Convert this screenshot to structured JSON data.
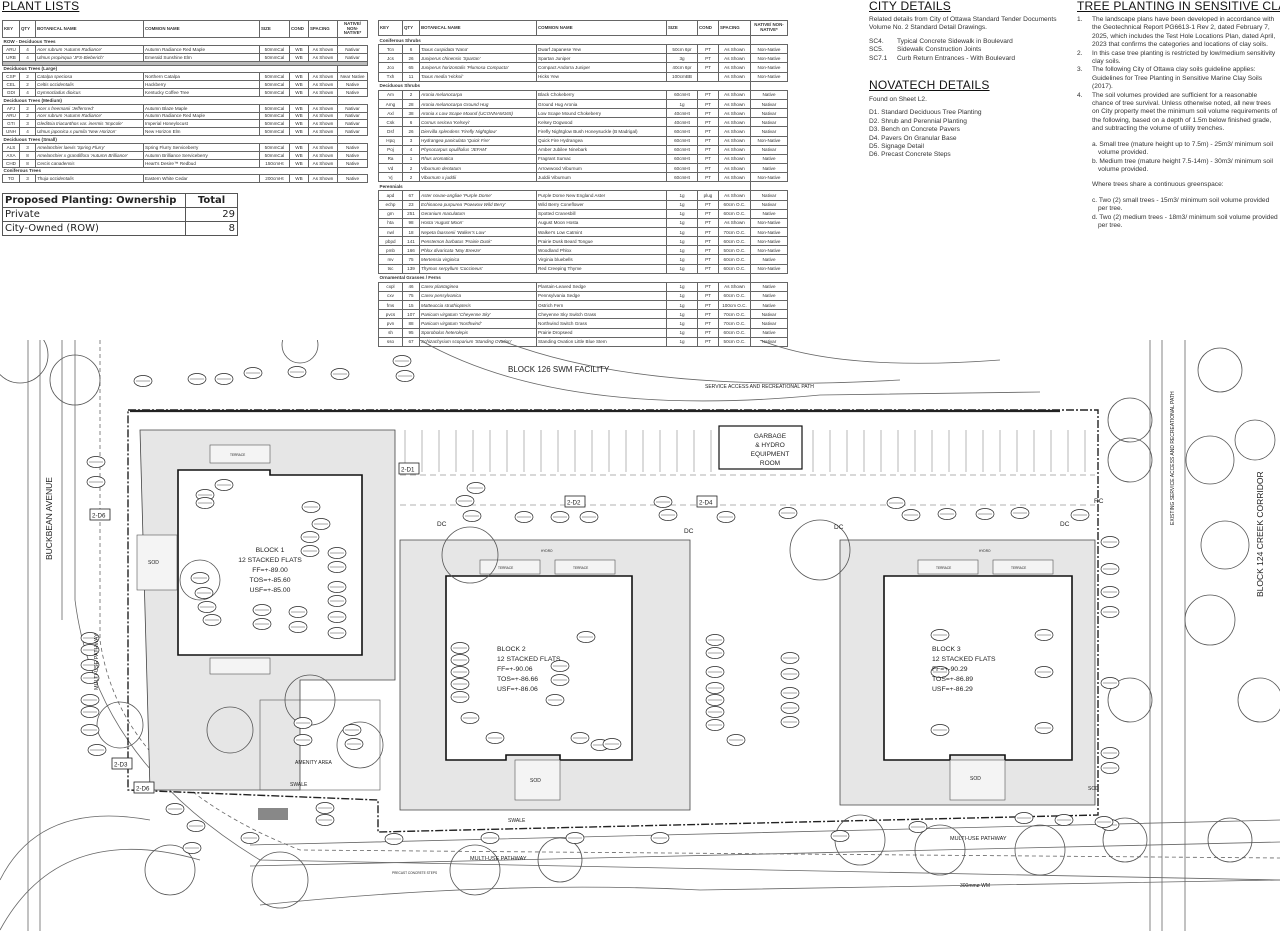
{
  "plant_lists": {
    "title": "PLANT LISTS",
    "headers": [
      "KEY",
      "QTY",
      "BOTANICAL NAME",
      "COMMON NAME",
      "SIZE",
      "COND",
      "SPACING",
      "NATIVE/ NON-NATIVE*"
    ],
    "left_table": [
      {
        "section": "ROW - Deciduous Trees"
      },
      [
        "ARU",
        "4",
        "Acer rubrum 'Autumn Radiance'",
        "Autumn Radiance Red Maple",
        "50mmCal",
        "WB",
        "As Shown",
        "Nativar"
      ],
      [
        "URB",
        "4",
        "Ulmus propinqua 'JFS-Bieberich'",
        "Emerald Sunshine Elm",
        "50mmCal",
        "WB",
        "As Shown",
        "Nativar"
      ],
      {
        "gap": true
      },
      {
        "section": "Deciduous Trees (Large)"
      },
      [
        "CSP",
        "2",
        "Catalpa speciosa",
        "Northern Catalpa",
        "50mmCal",
        "WB",
        "As Shown",
        "Near Native"
      ],
      [
        "CEL",
        "2",
        "Celtis occidentalis",
        "Hackberry",
        "50mmCal",
        "WB",
        "As Shown",
        "Native"
      ],
      [
        "GDI",
        "4",
        "Gymnocladus dioicus",
        "Kentucky Coffee Tree",
        "50mmCal",
        "WB",
        "As Shown",
        "Native"
      ],
      {
        "section": "Deciduous Trees (Medium)"
      },
      [
        "AFJ",
        "2",
        "Acer x freemanii 'Jeffersred'",
        "Autumn Blaze Maple",
        "50mmCal",
        "WB",
        "As Shown",
        "Nativar"
      ],
      [
        "ARU",
        "2",
        "Acer rubrum 'Autumn Radiance'",
        "Autumn Radiance Red Maple",
        "50mmCal",
        "WB",
        "As Shown",
        "Nativar"
      ],
      [
        "GTI",
        "3",
        "Gleditsia triacanthos var. inermis 'Impcole'",
        "Imperial Honeylocust",
        "50mmCal",
        "WB",
        "As Shown",
        "Nativar"
      ],
      [
        "UNH",
        "4",
        "Ulmus japonica x pumila 'New Horizon'",
        "New Horizon Elm",
        "50mmCal",
        "WB",
        "As Shown",
        "Nativar"
      ],
      {
        "section": "Deciduous Trees (Small)"
      },
      [
        "ALS",
        "3",
        "Amelanchier laevis 'Spring Flurry'",
        "Spring Flurry Serviceberry",
        "50mmCal",
        "WB",
        "As Shown",
        "Native"
      ],
      [
        "AXA",
        "8",
        "Amelanchier x grandiflora 'Autumn Brilliance'",
        "Autumn Brilliance Serviceberry",
        "50mmCal",
        "WB",
        "As Shown",
        "Native"
      ],
      [
        "CHD",
        "8",
        "Cercis canadensis",
        "Heart's Desire™ Redbud",
        "150cmHt",
        "WB",
        "As Shown",
        "Native"
      ],
      {
        "section": "Coniferous Trees"
      },
      [
        "TO",
        "3",
        "Thuja occidentalis",
        "Eastern White Cedar",
        "200cmHt",
        "WB",
        "As Shown",
        "Native"
      ]
    ],
    "right_table": [
      {
        "section": "Coniferous Shrubs"
      },
      [
        "Tcn",
        "6",
        "Taxus cuspidata 'Nana'",
        "Dwarf Japanese Yew",
        "50cm 6pr",
        "PT",
        "As Shown",
        "Non-Native"
      ],
      [
        "Jcs",
        "26",
        "Juniperus chinensis 'Spartan'",
        "Spartan Juniper",
        "3g",
        "PT",
        "As Shown",
        "Non-Native"
      ],
      [
        "Jco",
        "65",
        "Juniperus horizontalis 'Plumosa Compacta'",
        "Compact Andorra Juniper",
        "40cm 6pr",
        "PT",
        "As Shown",
        "Non-Native"
      ],
      [
        "Txh",
        "11",
        "Taxus media 'Hicksii'",
        "Hicks Yew",
        "100cmBB",
        "",
        "As Shown",
        "Non-Native"
      ],
      {
        "section": "Deciduous Shrubs"
      },
      [
        "Am",
        "2",
        "Aronia melanocarpa",
        "Black Chokeberry",
        "60cmHt",
        "PT",
        "As Shown",
        "Native"
      ],
      [
        "Amg",
        "28",
        "Aronia melanocarpa Ground Hug",
        "Ground Hug Aronia",
        "1g",
        "PT",
        "As Shown",
        "Nativar"
      ],
      [
        "Axl",
        "38",
        "Aronia x Low Scape Mound (UCONNAM165)",
        "Low Scape Mound Chokeberry",
        "40cmHt",
        "PT",
        "As Shown",
        "Nativar"
      ],
      [
        "Csk",
        "6",
        "Cornus sericea 'Kelseyi'",
        "Kelsey Dogwood",
        "40cmHt",
        "PT",
        "As Shown",
        "Nativar"
      ],
      [
        "Dsf",
        "26",
        "Diervilla splendens 'Firefly Nightglow'",
        "Firefly Nightglow Bush Honeysuckle (B Madrigal)",
        "60cmHt",
        "PT",
        "As Shown",
        "Nativar"
      ],
      [
        "Hpq",
        "3",
        "Hydrangea paniculata 'Quick Fire'",
        "Quick Fire Hydrangea",
        "60cmHt",
        "PT",
        "As Shown",
        "Non-Native"
      ],
      [
        "Poj",
        "4",
        "Physocarpus opulifolius 'JEFAM'",
        "Amber Jubilee Ninebark",
        "60cmHt",
        "PT",
        "As Shown",
        "Nativar"
      ],
      [
        "Ra",
        "1",
        "Rhus aromatica",
        "Fragrant Sumac",
        "60cmHt",
        "PT",
        "As Shown",
        "Native"
      ],
      [
        "Vd",
        "2",
        "Viburnum dentatum",
        "Arrowwood Viburnum",
        "60cmHt",
        "PT",
        "As Shown",
        "Native"
      ],
      [
        "Vj",
        "2",
        "Viburnum x juddii",
        "Juddii Viburnum",
        "60cmHt",
        "PT",
        "As Shown",
        "Non-Native"
      ],
      {
        "section": "Perennials"
      },
      [
        "apd",
        "67",
        "Aster novae-angliae 'Purple Dome'",
        "Purple Dome New England Aster",
        "1g",
        "plug",
        "As Shown",
        "Nativar"
      ],
      [
        "echp",
        "23",
        "Echinacea purpurea 'Powwow Wild Berry'",
        "Wild Berry Coneflower",
        "1g",
        "PT",
        "60cm O.C.",
        "Nativar"
      ],
      [
        "gm",
        "251",
        "Geranium maculatum",
        "Spotted Cranesbill",
        "1g",
        "PT",
        "60cm O.C.",
        "Native"
      ],
      [
        "hta",
        "98",
        "Hosta 'August Moon'",
        "August Moon Hosta",
        "1g",
        "PT",
        "As Shown",
        "Non-Native"
      ],
      [
        "nwl",
        "18",
        "Nepeta faassenii 'Walker's Low'",
        "Walker's Low Catmint",
        "1g",
        "PT",
        "70cm O.C.",
        "Non-Native"
      ],
      [
        "pbpd",
        "141",
        "Penstemon barbatus 'Prairie Dusk'",
        "Prairie Dusk Beard Tongue",
        "1g",
        "PT",
        "60cm O.C.",
        "Non-Native"
      ],
      [
        "pmb",
        "166",
        "Phlox divaricata 'May Breeze'",
        "Woodland Phlox",
        "1g",
        "PT",
        "50cm O.C.",
        "Non-Native"
      ],
      [
        "mv",
        "75",
        "Mertensia virginica",
        "Virginia bluebells",
        "1g",
        "PT",
        "60cm O.C.",
        "Native"
      ],
      [
        "tsc",
        "139",
        "Thymus serpyllum 'Coccineus'",
        "Red Creeping Thyme",
        "1g",
        "PT",
        "60cm O.C.",
        "Non-Native"
      ],
      {
        "section": "Ornamental Grasses / Ferns"
      },
      [
        "cxpl",
        "46",
        "Carex plantaginea",
        "Plantain-Leaved Sedge",
        "1g",
        "PT",
        "As Shown",
        "Native"
      ],
      [
        "cxv",
        "75",
        "Carex pensylvanica",
        "Pennsylvania Sedge",
        "1g",
        "PT",
        "60cm O.C.",
        "Native"
      ],
      [
        "fms",
        "15",
        "Matteuccia struthiopteris",
        "Ostrich Fern",
        "1g",
        "PT",
        "100cm O.C.",
        "Native"
      ],
      [
        "pvcs",
        "107",
        "Panicum virgatum 'Cheyenne Sky'",
        "Cheyenne Sky Switch Grass",
        "1g",
        "PT",
        "70cm O.C.",
        "Nativar"
      ],
      [
        "pvn",
        "88",
        "Panicum virgatum 'Northwind'",
        "Northwind Switch Grass",
        "1g",
        "PT",
        "70cm O.C.",
        "Nativar"
      ],
      [
        "sh",
        "95",
        "Sporobolus heterolepis",
        "Prairie Dropseed",
        "1g",
        "PT",
        "60cm O.C.",
        "Native"
      ],
      [
        "sso",
        "67",
        "Schizachyrium scoparium 'Standing Ovation'",
        "Standing Ovation Little Blue Stem",
        "1g",
        "PT",
        "50cm O.C.",
        "Nativar"
      ]
    ]
  },
  "ownership": {
    "header": "Proposed Planting: Ownership",
    "total_header": "Total",
    "rows": [
      {
        "label": "Private",
        "total": "29"
      },
      {
        "label": "City-Owned (ROW)",
        "total": "8"
      }
    ]
  },
  "city_details": {
    "title": "CITY DETAILS",
    "intro": "Related details from City of Ottawa Standard Tender Documents Volume No. 2 Standard Detail Drawings.",
    "items": [
      {
        "code": "SC4.",
        "text": "Typical Concrete Sidewalk in Boulevard"
      },
      {
        "code": "SC5.",
        "text": "Sidewalk Construction Joints"
      },
      {
        "code": "SC7.1",
        "text": "Curb Return Entrances - With Boulevard"
      }
    ]
  },
  "novatech_details": {
    "title": "NOVATECH DETAILS",
    "intro": "Found on Sheet L2.",
    "items": [
      "D1.  Standard Deciduous Tree Planting",
      "D2.  Shrub and Perennial Planting",
      "D3.  Bench on Concrete Pavers",
      "D4.  Pavers On Granular Base",
      "D5.  Signage Detail",
      "D6.  Precast Concrete Steps"
    ]
  },
  "tree_planting": {
    "title": "TREE PLANTING IN SENSITIVE CLAY",
    "items": [
      {
        "n": "1.",
        "text": "The landscape plans have been developed in accordance with the Geotechnical Report PG6613-1 Rev 2, dated February 7, 2025, which includes the Test Hole Locations Plan, dated April, 2023 that confirms the categories and locations of clay soils."
      },
      {
        "n": "2.",
        "text": "In this case tree planting is restricted by low/medium sensitivity clay soils."
      },
      {
        "n": "3.",
        "text": "The following City of Ottawa clay soils guideline applies: Guidelines for Tree Planting in Sensitive Marine Clay Soils (2017)."
      },
      {
        "n": "4.",
        "text": "The soil volumes provided are sufficient for a reasonable chance of tree survival. Unless otherwise noted, all new trees on City property meet the minimum soil volume requirements of the following, based on a depth of 1.5m below finished grade, and subtracting the volume of utility trenches."
      }
    ],
    "a": "a. Small tree (mature height up to 7.5m) - 25m3/ minimum soil volume provided.",
    "b": "b. Medium tree (mature height 7.5-14m) - 30m3/ minimum soil volume provided.",
    "shared": "Where trees share a continuous greenspace:",
    "c": "c. Two (2) small trees - 15m3/ minimum soil volume provided per tree.",
    "d": "d. Two (2) medium trees - 18m3/ minimum soil volume provided per tree."
  },
  "plan": {
    "swm": "BLOCK 126   SWM FACILITY",
    "service_path": "SERVICE ACCESS AND RECREATIONAL PATH",
    "garbage": [
      "GARBAGE",
      "& HYDRO",
      "EQUIPMENT",
      "ROOM"
    ],
    "street": "BUCKBEAN AVENUE",
    "pathway": "MULTI-USE PATHWAY",
    "creek": "BLOCK 124   CREEK CORRIDOR",
    "existing_path": "EXISTING SERVICE ACCESS AND RECREATIONAL PATH",
    "blocks": [
      {
        "name": "BLOCK 1",
        "units": "12 STACKED FLATS",
        "ff": "FF=+-89.00",
        "tos": "TOS=+-85.60",
        "usf": "USF=+-85.00"
      },
      {
        "name": "BLOCK 2",
        "units": "12 STACKED FLATS",
        "ff": "FF=+-90.06",
        "tos": "TOS=+-86.66",
        "usf": "USF=+-86.06"
      },
      {
        "name": "BLOCK 3",
        "units": "12 STACKED FLATS",
        "ff": "FF=+-90.29",
        "tos": "TOS=+-86.89",
        "usf": "USF=+-86.29"
      }
    ],
    "sod": "SOD",
    "terrace": "TERRACE",
    "hydro": "HYDRO",
    "amenity": "AMENITY AREA",
    "swale": "SWALE",
    "steps": "PRECAST CONCRETE STEPS",
    "watermain": "300mmø WM",
    "dc": "DC",
    "rc": "RC",
    "detail_tags": [
      "2-D1",
      "2-D2",
      "2-D4",
      "2-D6",
      "2-D3",
      "2-D6"
    ]
  },
  "colors": {
    "ink": "#222222",
    "fill": "#cccccc",
    "paper": "#ffffff"
  }
}
